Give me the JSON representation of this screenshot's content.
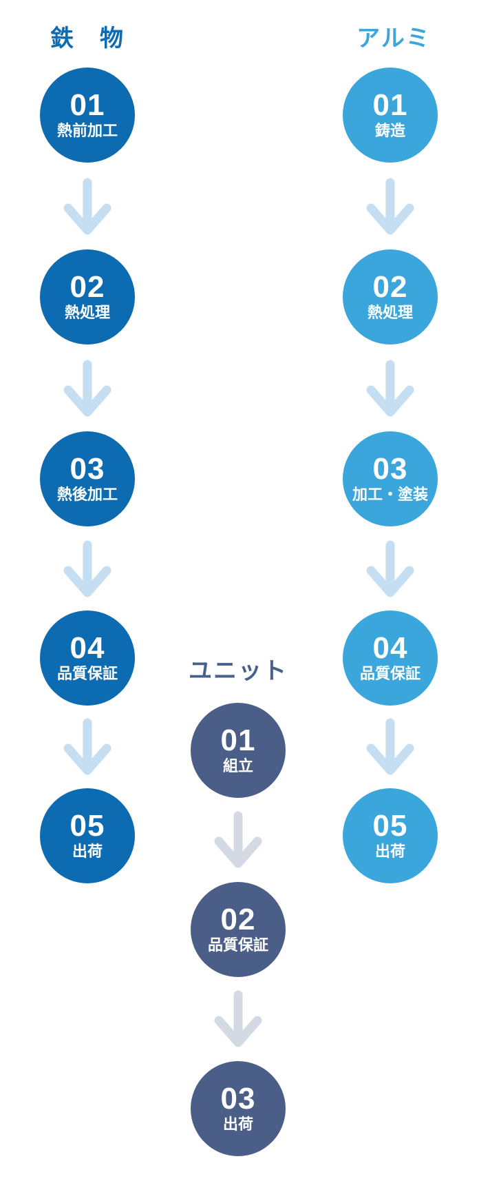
{
  "diagram": {
    "title": "production-process-flow",
    "colors": {
      "iron_blue": "#0d6bb1",
      "aluminum_blue": "#3aa6dc",
      "unit_slate": "#4a5e87",
      "unit_header_slate": "#47618f",
      "arrow_light_blue": "#c6def2",
      "arrow_light_gray": "#d4dae4",
      "step_text": "#ffffff",
      "background": "#ffffff"
    },
    "columns": [
      {
        "id": "iron",
        "title": "鉄　物",
        "steps": [
          {
            "number": "01",
            "label": "熱前加工"
          },
          {
            "number": "02",
            "label": "熱処理"
          },
          {
            "number": "03",
            "label": "熱後加工"
          },
          {
            "number": "04",
            "label": "品質保証"
          },
          {
            "number": "05",
            "label": "出荷"
          }
        ]
      },
      {
        "id": "unit",
        "title": "ユニット",
        "steps": [
          {
            "number": "01",
            "label": "組立"
          },
          {
            "number": "02",
            "label": "品質保証"
          },
          {
            "number": "03",
            "label": "出荷"
          }
        ]
      },
      {
        "id": "aluminum",
        "title": "アルミ",
        "steps": [
          {
            "number": "01",
            "label": "鋳造"
          },
          {
            "number": "02",
            "label": "熱処理"
          },
          {
            "number": "03",
            "label": "加工・塗装"
          },
          {
            "number": "04",
            "label": "品質保証"
          },
          {
            "number": "05",
            "label": "出荷"
          }
        ]
      }
    ]
  }
}
